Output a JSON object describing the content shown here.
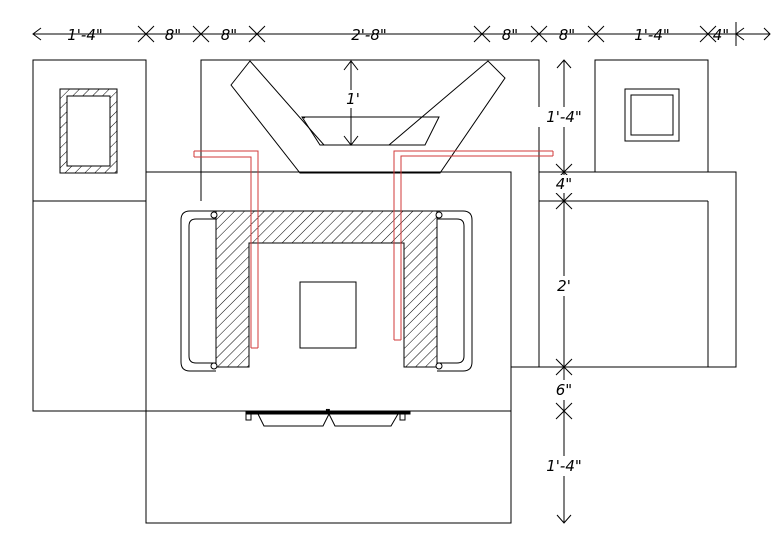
{
  "colors": {
    "line": "#000000",
    "accent": "#d23a3a",
    "background": "#ffffff"
  },
  "dimensions": {
    "top": [
      "1'-4\"",
      "8\"",
      "8\"",
      "2'-8\"",
      "8\"",
      "8\"",
      "1'-4\"",
      "4\""
    ],
    "right": [
      "1'-4\"",
      "4\"",
      "2'",
      "6\"",
      "1'-4\""
    ],
    "inner_height": "1'"
  },
  "elements": [
    {
      "kind": "left-pillar",
      "label": ""
    },
    {
      "kind": "right-pillar",
      "label": ""
    },
    {
      "kind": "v-shaped-bracket",
      "label": ""
    },
    {
      "kind": "hatched-frame",
      "label": ""
    },
    {
      "kind": "center-plate",
      "label": ""
    },
    {
      "kind": "red-rods",
      "label": ""
    },
    {
      "kind": "fixture-bar",
      "label": ""
    }
  ]
}
